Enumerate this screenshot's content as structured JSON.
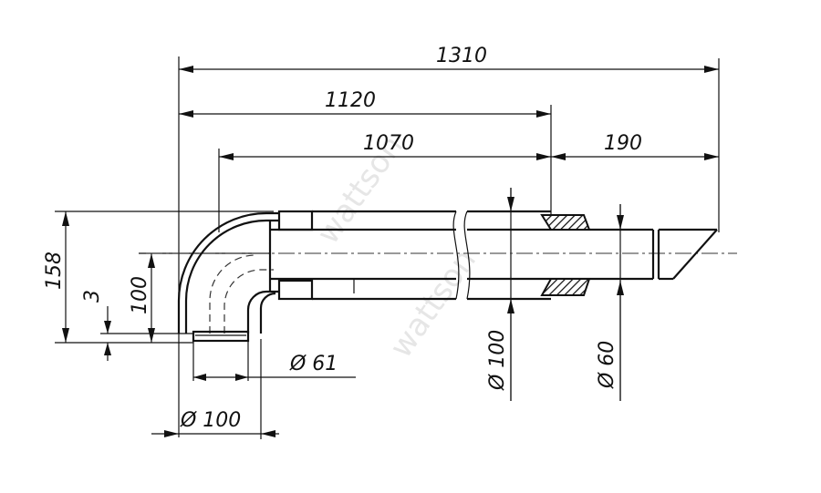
{
  "dimensions": {
    "overall_length": "1310",
    "length_to_collar": "1120",
    "pipe_length": "1070",
    "tip_length": "190",
    "bend_height": "158",
    "wall_offset": "3",
    "bend_axis_height": "100",
    "inner_diameter_bend": "Ø 61",
    "outer_diameter_bend": "Ø 100",
    "outer_diameter_pipe": "Ø 100",
    "inner_diameter_pipe": "Ø 60"
  },
  "watermark": {
    "text_a": "wattson",
    "text_b": "wattson"
  },
  "colors": {
    "line": "#111111",
    "hatch": "#111111",
    "watermark": "#e6e6e6"
  }
}
